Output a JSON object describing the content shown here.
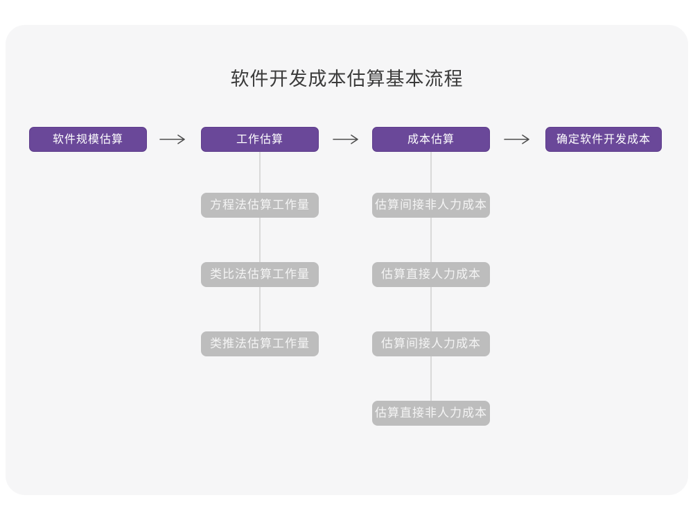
{
  "title": "软件开发成本估算基本流程",
  "colors": {
    "page_bg": "#ffffff",
    "panel_bg": "#f6f6f7",
    "accent_purple": "#6a4899",
    "sub_box_gray": "#bdbdbd",
    "connector_gray": "#d9d9d9",
    "arrow_gray": "#4d4d4d",
    "title_text": "#3b3b3b"
  },
  "flow": {
    "steps": [
      {
        "label": "软件规模估算"
      },
      {
        "label": "工作估算"
      },
      {
        "label": "成本估算"
      },
      {
        "label": "确定软件开发成本"
      }
    ]
  },
  "work_methods": {
    "parent": "工作估算",
    "items": [
      "方程法估算工作量",
      "类比法估算工作量",
      "类推法估算工作量"
    ]
  },
  "cost_methods": {
    "parent": "成本估算",
    "items": [
      "估算间接非人力成本",
      "估算直接人力成本",
      "估算间接人力成本",
      "估算直接非人力成本"
    ]
  }
}
